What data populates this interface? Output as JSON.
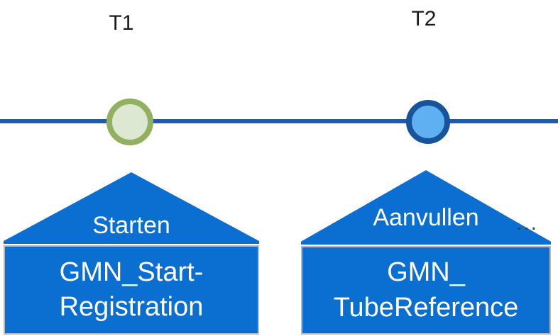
{
  "diagram": {
    "timepoints": [
      {
        "label": "T1"
      },
      {
        "label": "T2"
      }
    ],
    "events": [
      {
        "action_label": "Starten",
        "message_line1": "GMN_Start-",
        "message_line2": "Registration"
      },
      {
        "action_label": "Aanvullen",
        "message_line1": "GMN_",
        "message_line2": "TubeReference"
      }
    ],
    "ellipsis": "...",
    "colors": {
      "timeline_line": "#1f5ca8",
      "event_blue": "#0b6fd2",
      "marker1_fill": "#dce8d2",
      "marker1_border": "#8fb160",
      "marker2_fill": "#5fb0f2",
      "marker2_border": "#17549b",
      "plate_border": "#b9b9b9",
      "text_white": "#ffffff",
      "label_dark": "#1a1a1a"
    }
  }
}
